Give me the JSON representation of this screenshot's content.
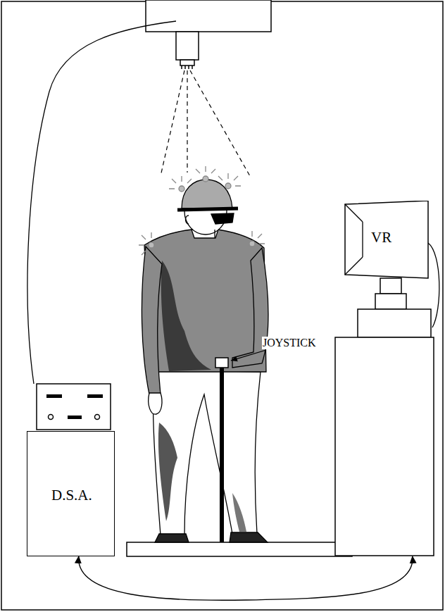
{
  "diagram": {
    "nodes": [
      {
        "text": [
          "D.S.A."
        ]
      },
      {
        "text": [
          "VR"
        ]
      }
    ],
    "edges": [
      {
        "from": 0,
        "to": 1,
        "arrow": "both"
      }
    ],
    "labels": [
      "JOYSTICK"
    ]
  }
}
